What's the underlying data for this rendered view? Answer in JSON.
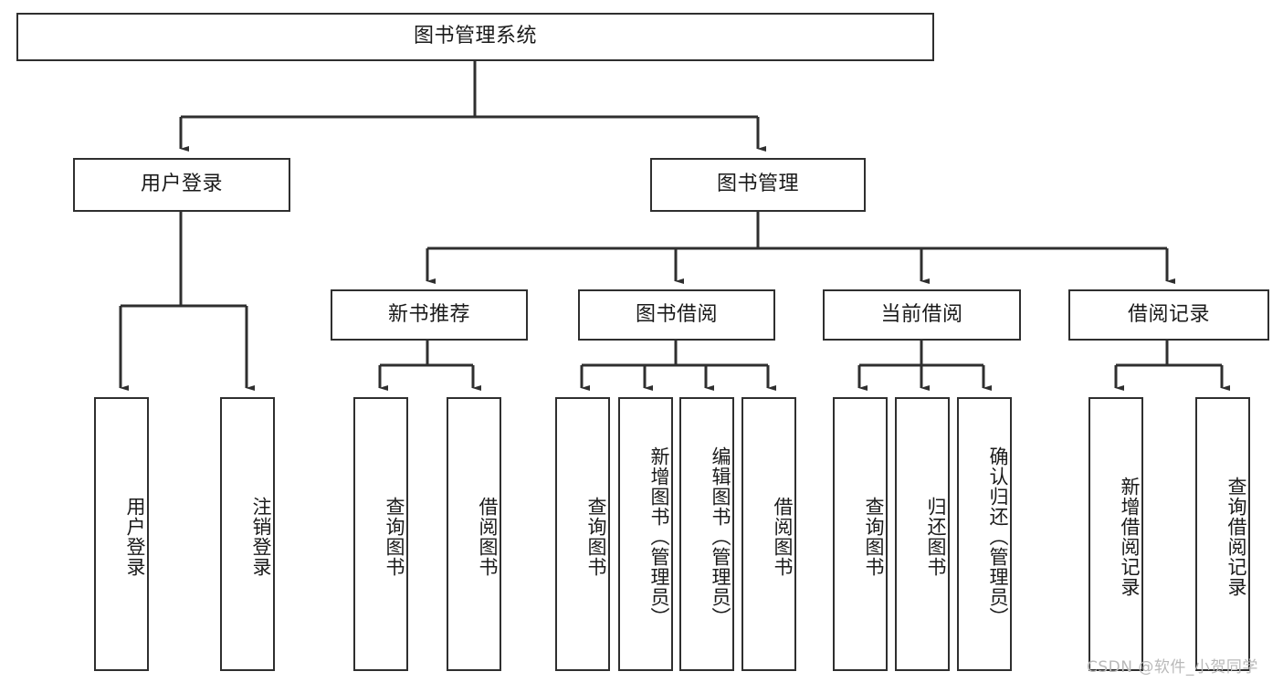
{
  "diagram": {
    "type": "tree",
    "title": "图书管理系统",
    "orientation": "top-down",
    "colors": {
      "node_border": "#2f2f2f",
      "node_fill": "#ffffff",
      "edge": "#2f2f2f",
      "text": "#1a1a1a",
      "watermark": "#b9b9b9",
      "background": "#ffffff"
    },
    "root": {
      "label": "图书管理系统",
      "orientation": "horizontal"
    },
    "level2": [
      {
        "label": "用户登录",
        "orientation": "horizontal"
      },
      {
        "label": "图书管理",
        "orientation": "horizontal"
      }
    ],
    "level3": [
      {
        "label": "新书推荐",
        "orientation": "horizontal"
      },
      {
        "label": "图书借阅",
        "orientation": "horizontal"
      },
      {
        "label": "当前借阅",
        "orientation": "horizontal"
      },
      {
        "label": "借阅记录",
        "orientation": "horizontal"
      }
    ],
    "leaves": {
      "user_login": [
        {
          "label": "用户登录",
          "orientation": "vertical"
        },
        {
          "label": "注销登录",
          "orientation": "vertical"
        }
      ],
      "new_book_recommend": [
        {
          "label": "查询图书",
          "orientation": "vertical"
        },
        {
          "label": "借阅图书",
          "orientation": "vertical"
        }
      ],
      "book_borrow": [
        {
          "label": "查询图书",
          "orientation": "vertical"
        },
        {
          "label": "新增图书（管理员）",
          "orientation": "vertical"
        },
        {
          "label": "编辑图书（管理员）",
          "orientation": "vertical"
        },
        {
          "label": "借阅图书",
          "orientation": "vertical"
        }
      ],
      "current_borrow": [
        {
          "label": "查询图书",
          "orientation": "vertical"
        },
        {
          "label": "归还图书",
          "orientation": "vertical"
        },
        {
          "label": "确认归还（管理员）",
          "orientation": "vertical"
        }
      ],
      "borrow_record": [
        {
          "label": "新增借阅记录",
          "orientation": "vertical"
        },
        {
          "label": "查询借阅记录",
          "orientation": "vertical"
        }
      ]
    }
  },
  "watermark": {
    "text": "CSDN @软件_小贺同学"
  }
}
